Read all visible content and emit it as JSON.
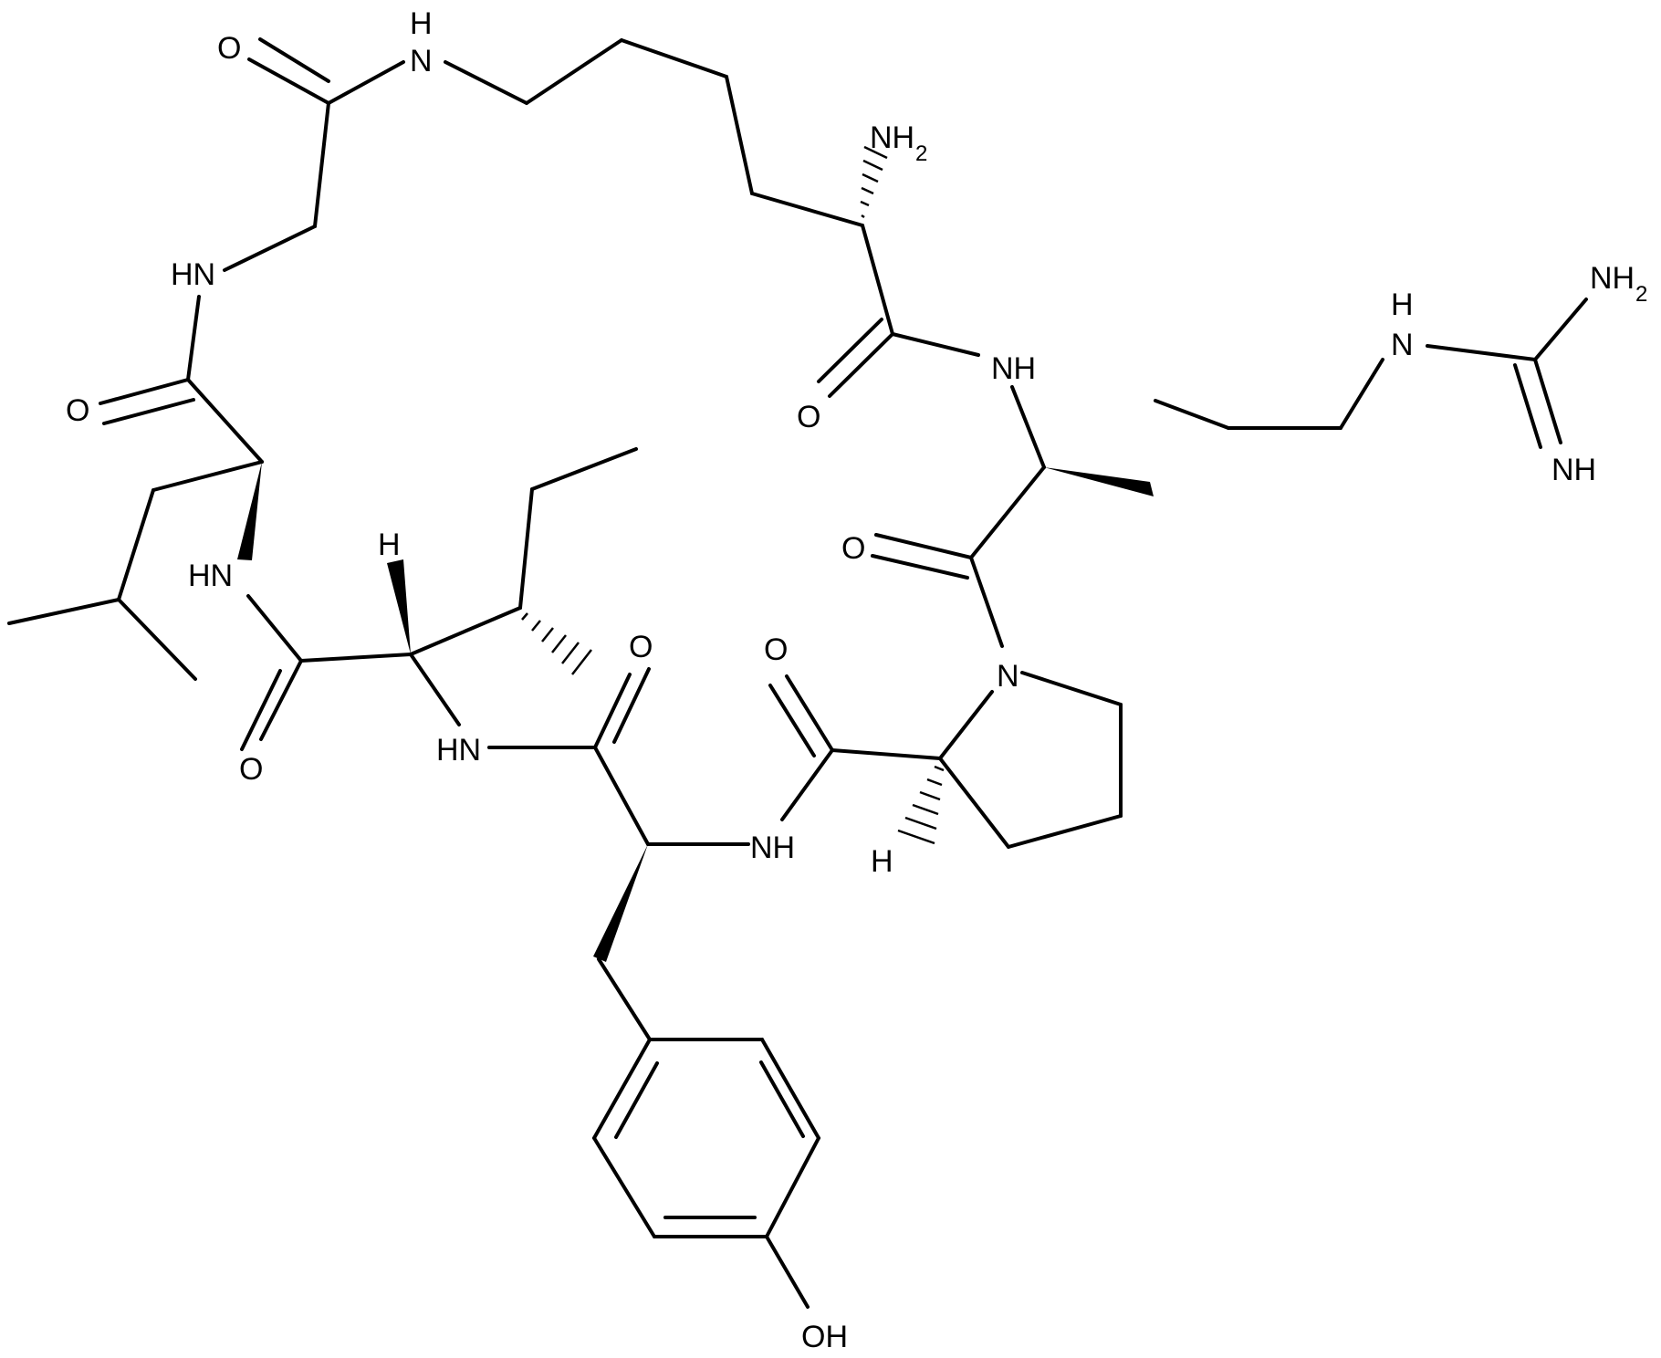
{
  "colors": {
    "line": "#000000",
    "background": "#ffffff"
  },
  "labels": {
    "O_gly": "O",
    "NH_lys_eps": "N",
    "H_lys_eps": "H",
    "HN_gly": "HN",
    "NH2_lys": "NH",
    "NH2_lys_sub": "2",
    "O_leu": "O",
    "O_lys": "O",
    "NH_arg": "NH",
    "NH_guan": "N",
    "H_guan": "H",
    "NH2_guan": "NH",
    "NH2_guan_sub": "2",
    "NH_imine": "NH",
    "HN_leu": "HN",
    "H_ile": "H",
    "O_ile": "O",
    "O_arg": "O",
    "N_pro": "N",
    "O_pro": "O",
    "O_leu_co": "O",
    "HN_ile": "HN",
    "NH_tyr": "NH",
    "H_pro": "H",
    "OH_tyr": "OH"
  }
}
